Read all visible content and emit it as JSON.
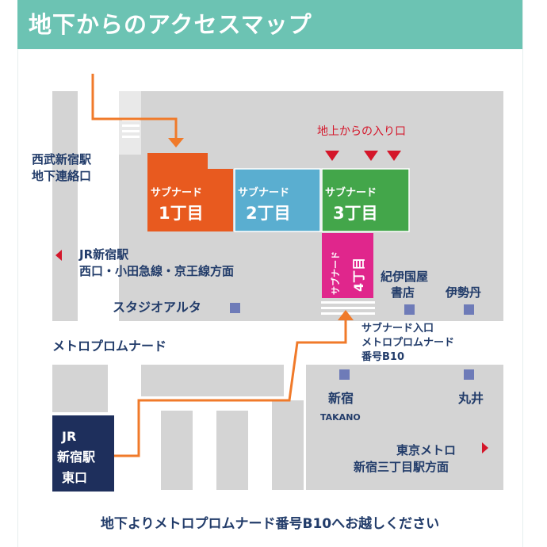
{
  "header": {
    "title": "地下からのアクセスマップ"
  },
  "colors": {
    "header_bg": "#6cc3b3",
    "block_gray": "#d4d4d4",
    "arrow_orange": "#f07a2a",
    "subnade_1": "#e85a1f",
    "subnade_2": "#5aaed0",
    "subnade_3": "#43a64a",
    "subnade_4": "#e0268c",
    "jr_east_exit": "#1e2f5c",
    "text_navy": "#223c6a",
    "accent_red": "#d4162a",
    "marker_blue": "#6e7bb8"
  },
  "entrance_label": "地上からの入り口",
  "subnade": {
    "s1": {
      "top": "サブナード",
      "bottom": "1丁目"
    },
    "s2": {
      "top": "サブナード",
      "bottom": "2丁目"
    },
    "s3": {
      "top": "サブナード",
      "bottom": "3丁目"
    },
    "s4": {
      "top": "サブナード",
      "bottom": "4丁目"
    }
  },
  "labels": {
    "seibu_line1": "西武新宿駅",
    "seibu_line2": "地下連絡口",
    "jr_west_line1": "JR新宿駅",
    "jr_west_line2": "西口・小田急線・京王線方面",
    "studio_alta": "スタジオアルタ",
    "kinokuniya_line1": "紀伊国屋",
    "kinokuniya_line2": "書店",
    "isetan": "伊勢丹",
    "promenade": "メトロプロムナード",
    "callout_line1": "サブナード入口",
    "callout_line2": "メトロプロムナード",
    "callout_line3": "番号B10",
    "takano_jp": "新宿",
    "takano_en": "TAKANO",
    "marui": "丸井",
    "tokyo_metro_line1": "東京メトロ",
    "tokyo_metro_line2": "新宿三丁目駅方面",
    "jr_east_line1": "JR",
    "jr_east_line2": "新宿駅",
    "jr_east_line3": "東口"
  },
  "footer": {
    "text": "地下よりメトロプロムナード番号B10へお越しください"
  }
}
